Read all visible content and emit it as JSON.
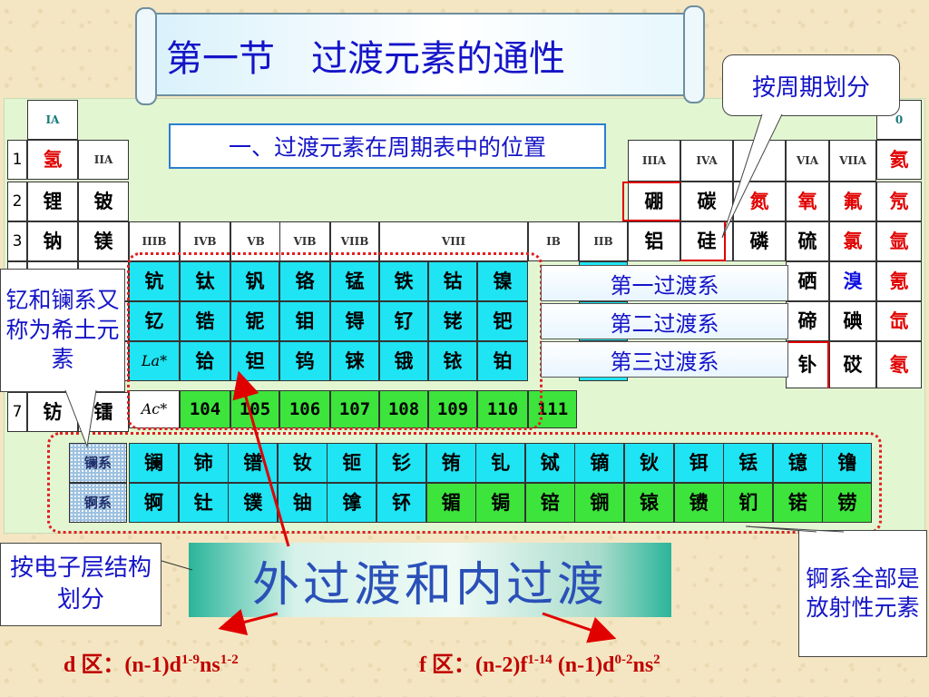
{
  "title": "第一节　过渡元素的通性",
  "subtitle": "一、过渡元素在周期表中的位置",
  "callouts": {
    "period_division": "按周期划分",
    "rare_earth": "钇和镧系又称为希土元素",
    "electron_division": "按电子层结构划分",
    "actinide_radioactive": "锕系全部是放射性元素"
  },
  "series_labels": [
    "第一过渡系",
    "第二过渡系",
    "第三过渡系"
  ],
  "banner": "外过渡和内过渡",
  "formula_d": {
    "prefix": "d 区：(n-1)d",
    "s1": "1-9",
    "mid": "ns",
    "s2": "1-2"
  },
  "formula_f": {
    "prefix": "f 区：(n-2)f",
    "s1": "1-14",
    "mid1": " (n-1)d",
    "s2": "0-2",
    "mid2": "ns",
    "s3": "2"
  },
  "table": {
    "group_labels": {
      "IA": "IA",
      "IIA": "IIA",
      "0": "0",
      "IIIA": "IIIA",
      "IVA": "IVA",
      "VIA": "VIA",
      "VIIA": "VIIA",
      "IIIB": "IIIB",
      "IVB": "IVB",
      "VB": "VB",
      "VIB": "VIB",
      "VIIB": "VIIB",
      "VIII": "VIII",
      "IB": "IB",
      "IIB": "IIB"
    },
    "periods": [
      "1",
      "2",
      "3",
      "7"
    ],
    "row1": {
      "H": "氢",
      "He": "氦"
    },
    "row2": [
      "锂",
      "铍"
    ],
    "row2_right": [
      "硼",
      "碳",
      "氮",
      "氧",
      "氟",
      "氖"
    ],
    "row3": [
      "钠",
      "镁"
    ],
    "row3_right": [
      "铝",
      "硅",
      "磷",
      "硫",
      "氯",
      "氩"
    ],
    "row4": [
      "钪",
      "钛",
      "钒",
      "铬",
      "锰",
      "铁",
      "钴",
      "镍"
    ],
    "row4_right": [
      "硒",
      "溴",
      "氪"
    ],
    "row5": [
      "钇",
      "锆",
      "铌",
      "钼",
      "锝",
      "钌",
      "铑",
      "钯"
    ],
    "row5_right": [
      "碲",
      "碘",
      "氙"
    ],
    "row6": [
      "La*",
      "铪",
      "钽",
      "钨",
      "铼",
      "锇",
      "铱",
      "铂"
    ],
    "row6_right": [
      "钋",
      "砹",
      "氡"
    ],
    "row7_left": [
      "钫",
      "镭"
    ],
    "row7": [
      "Ac*",
      "104",
      "105",
      "106",
      "107",
      "108",
      "109",
      "110",
      "111"
    ],
    "lanthanide_label": "镧系",
    "actinide_label": "锕系",
    "lanthanides": [
      "镧",
      "铈",
      "镨",
      "钕",
      "钷",
      "钐",
      "铕",
      "钆",
      "铽",
      "镝",
      "钬",
      "铒",
      "铥",
      "镱",
      "镥"
    ],
    "actinides": [
      "锕",
      "钍",
      "镤",
      "铀",
      "镎",
      "钚",
      "镅",
      "锔",
      "锫",
      "锎",
      "锿",
      "镄",
      "钔",
      "锘",
      "铹"
    ]
  }
}
